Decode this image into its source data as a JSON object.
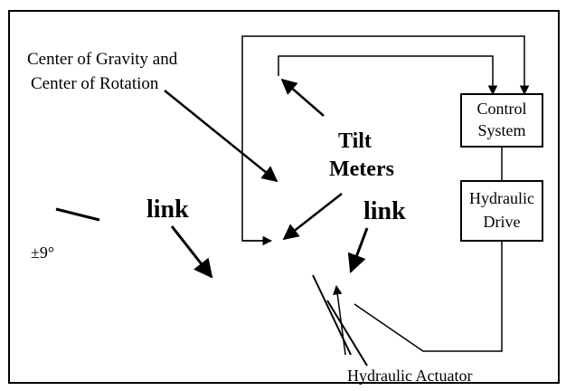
{
  "labels": {
    "cog_line1": "Center of Gravity and",
    "cog_line2": "Center of Rotation",
    "tilt_line1": "Tilt",
    "tilt_line2": "Meters",
    "link_left": "link",
    "link_right": "link",
    "angle": "±9°",
    "actuator": "Hydraulic Actuator",
    "control_line1": "Control",
    "control_line2": "System",
    "drive_line1": "Hydraulic",
    "drive_line2": "Drive"
  },
  "colors": {
    "ink": "#000000",
    "background": "#ffffff"
  }
}
